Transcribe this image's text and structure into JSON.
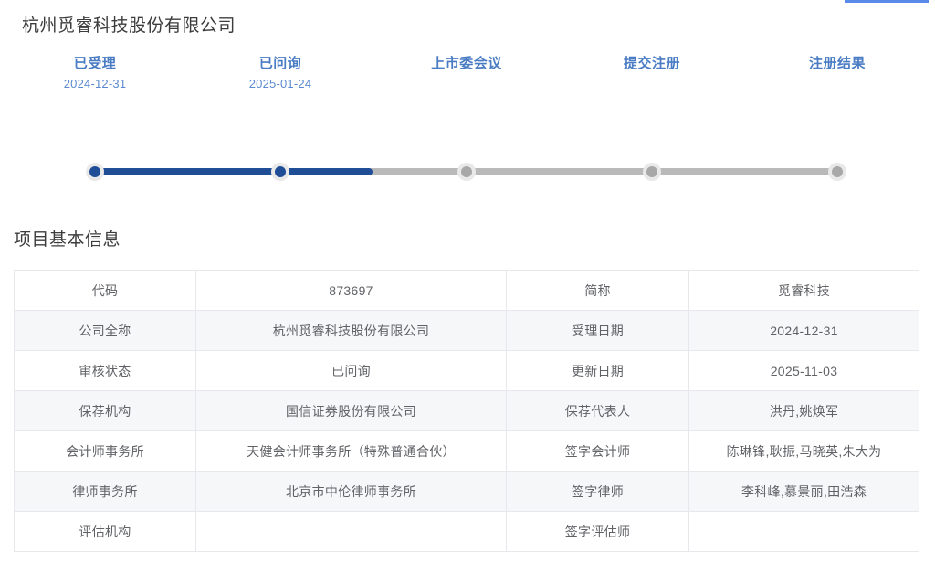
{
  "top_accent": {
    "color": "#5a8ae8"
  },
  "header": {
    "company_title": "杭州觅睿科技股份有限公司"
  },
  "stepper": {
    "active_color": "#1f4e96",
    "inactive_color": "#a8a8a8",
    "label_color": "#4a7cc4",
    "steps": [
      {
        "label": "已受理",
        "date": "2024-12-31",
        "state": "done"
      },
      {
        "label": "已问询",
        "date": "2025-01-24",
        "state": "done"
      },
      {
        "label": "上市委会议",
        "date": "",
        "state": "todo"
      },
      {
        "label": "提交注册",
        "date": "",
        "state": "todo"
      },
      {
        "label": "注册结果",
        "date": "",
        "state": "todo"
      }
    ]
  },
  "section": {
    "title": "项目基本信息"
  },
  "info_table": {
    "link_color": "#4a77c8",
    "rows": [
      {
        "label_left": "代码",
        "value_left": "873697",
        "value_left_is_link": true,
        "label_right": "简称",
        "value_right": "觅睿科技",
        "value_right_is_link": false
      },
      {
        "label_left": "公司全称",
        "value_left": "杭州觅睿科技股份有限公司",
        "value_left_is_link": false,
        "label_right": "受理日期",
        "value_right": "2024-12-31",
        "value_right_is_link": false
      },
      {
        "label_left": "审核状态",
        "value_left": "已问询",
        "value_left_is_link": false,
        "label_right": "更新日期",
        "value_right": "2025-11-03",
        "value_right_is_link": false
      },
      {
        "label_left": "保荐机构",
        "value_left": "国信证券股份有限公司",
        "value_left_is_link": true,
        "label_right": "保荐代表人",
        "value_right": "洪丹,姚焕军",
        "value_right_is_link": false
      },
      {
        "label_left": "会计师事务所",
        "value_left": "天健会计师事务所（特殊普通合伙）",
        "value_left_is_link": true,
        "label_right": "签字会计师",
        "value_right": "陈琳锋,耿振,马晓英,朱大为",
        "value_right_is_link": false
      },
      {
        "label_left": "律师事务所",
        "value_left": "北京市中伦律师事务所",
        "value_left_is_link": true,
        "label_right": "签字律师",
        "value_right": "李科峰,慕景丽,田浩森",
        "value_right_is_link": false
      },
      {
        "label_left": "评估机构",
        "value_left": "",
        "value_left_is_link": false,
        "label_right": "签字评估师",
        "value_right": "",
        "value_right_is_link": false
      }
    ]
  }
}
